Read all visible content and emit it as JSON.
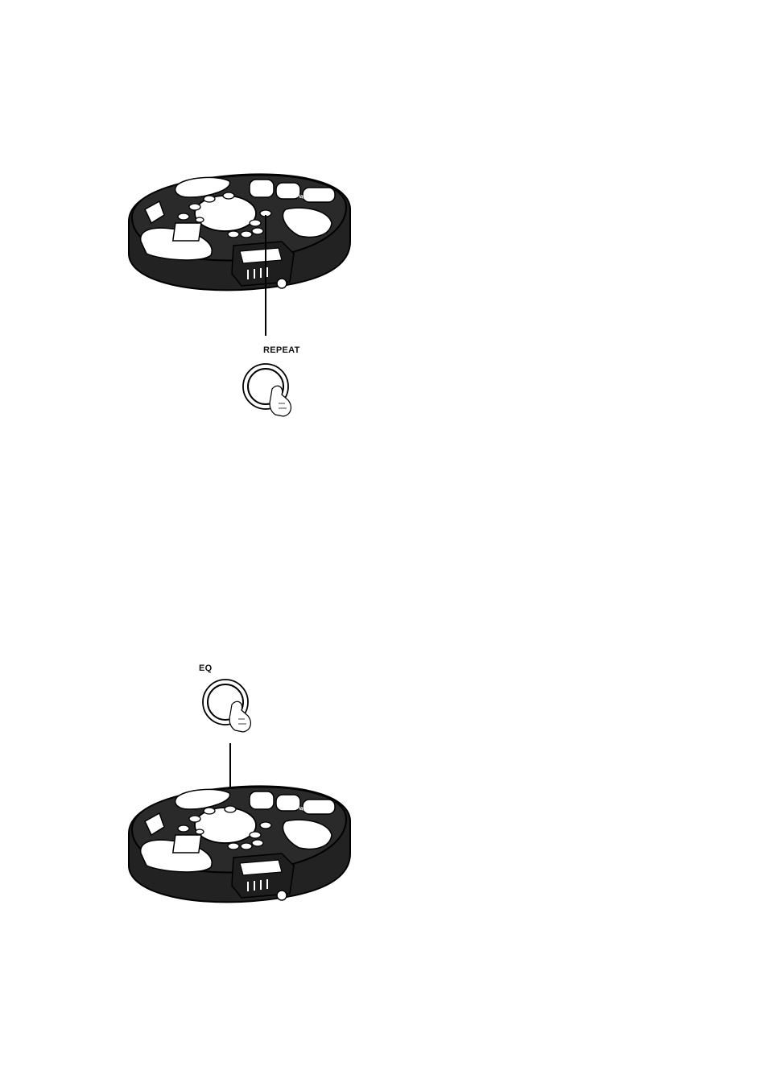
{
  "figures": [
    {
      "id": "repeat",
      "button_label": "REPEAT",
      "button_icon": "finger-press-icon",
      "device": "portable-cd-player",
      "brand_text": "Panasonic"
    },
    {
      "id": "eq",
      "button_label": "EQ",
      "button_icon": "finger-press-icon",
      "device": "portable-cd-player",
      "brand_text": "Panasonic"
    }
  ],
  "colors": {
    "line": "#000000",
    "fill_dark": "#1a1a1a",
    "fill_light": "#ffffff"
  }
}
